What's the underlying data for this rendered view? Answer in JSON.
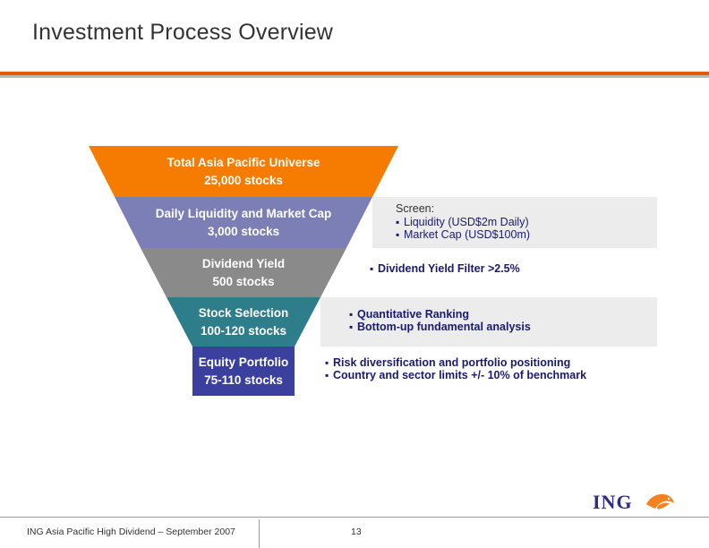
{
  "slide": {
    "title": "Investment Process Overview",
    "accent_color": "#e8590c",
    "rule_grey": "#b8b8b8"
  },
  "funnel": {
    "bands": [
      {
        "name": "total-universe",
        "line1": "Total Asia Pacific Universe",
        "line2": "25,000 stocks",
        "color": "#f57c00"
      },
      {
        "name": "daily-liquidity",
        "line1": "Daily Liquidity and Market Cap",
        "line2": "3,000 stocks",
        "color": "#7b7fb5"
      },
      {
        "name": "dividend-yield",
        "line1": "Dividend Yield",
        "line2": "500 stocks",
        "color": "#8a8a8a"
      },
      {
        "name": "stock-selection",
        "line1": "Stock Selection",
        "line2": "100-120 stocks",
        "color": "#2e7d8a"
      },
      {
        "name": "equity-portfolio",
        "line1": "Equity Portfolio",
        "line2": "75-110 stocks",
        "color": "#3b3f9e"
      }
    ]
  },
  "panels": [
    {
      "name": "screen-panel",
      "heading": "Screen:",
      "bullets": [
        "Liquidity (USD$2m Daily)",
        "Market Cap (USD$100m)"
      ]
    },
    {
      "name": "dividend-filter-panel",
      "heading": "",
      "bullets": [
        "Dividend Yield Filter >2.5%"
      ]
    },
    {
      "name": "ranking-panel",
      "heading": "",
      "bullets": [
        "Quantitative Ranking",
        "Bottom-up fundamental analysis"
      ]
    },
    {
      "name": "portfolio-panel",
      "heading": "",
      "bullets": [
        "Risk diversification and portfolio positioning",
        "Country and sector limits +/- 10% of benchmark"
      ]
    }
  ],
  "footer": {
    "left": "ING Asia Pacific High Dividend – September 2007",
    "page": "13",
    "logo_text": "ING"
  }
}
